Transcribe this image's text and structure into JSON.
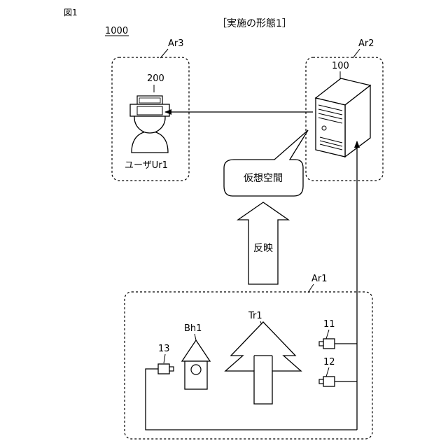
{
  "figure_label": "図1",
  "heading": "［実施の形態1］",
  "system_label": "1000",
  "areas": {
    "ar1": "Ar1",
    "ar2": "Ar2",
    "ar3": "Ar3"
  },
  "server": {
    "label": "100",
    "icon": "server-icon"
  },
  "hmd": {
    "label": "200",
    "icon": "vr-headset-icon"
  },
  "user": {
    "label": "ユーザUr1",
    "icon": "user-icon"
  },
  "speech_bubble": {
    "text": "仮想空間"
  },
  "reflect_arrow": {
    "text": "反映"
  },
  "objects": {
    "building": {
      "label": "Bh1",
      "icon": "house-icon"
    },
    "tree": {
      "label": "Tr1",
      "icon": "tree-icon"
    }
  },
  "cameras": [
    {
      "label": "11",
      "icon": "camera-icon"
    },
    {
      "label": "12",
      "icon": "camera-icon"
    },
    {
      "label": "13",
      "icon": "camera-icon"
    }
  ]
}
